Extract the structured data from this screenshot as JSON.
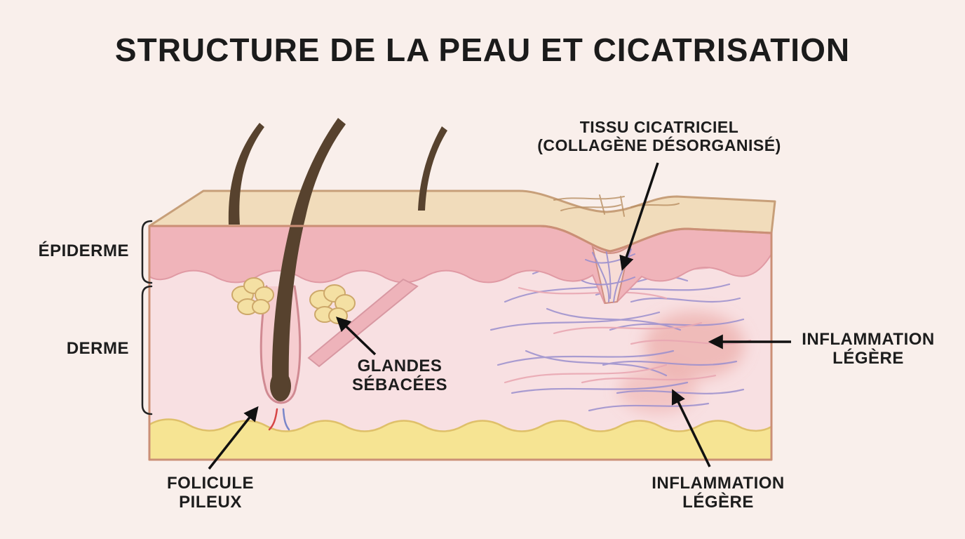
{
  "title": "STRUCTURE DE LA PEAU ET CICATRISATION",
  "diagram": {
    "layer_labels": {
      "epiderme": "ÉPIDERME",
      "derme": "DERME"
    },
    "callouts": {
      "tissu_cicatriciel": {
        "line1": "TISSU CICATRICIEL",
        "line2": "(COLLAGÈNE DÉSORGANISÉ)"
      },
      "glandes_sebacees": {
        "line1": "GLANDES",
        "line2": "SÉBACÉES"
      },
      "inflammation_right": {
        "line1": "INFLAMMATION",
        "line2": "LÉGÈRE"
      },
      "folicule_pileux": {
        "line1": "FOLICULE",
        "line2": "PILEUX"
      },
      "inflammation_bottom": {
        "line1": "INFLAMMATION",
        "line2": "LÉGÈRE"
      }
    }
  },
  "colors": {
    "background": "#f9efeb",
    "title_text": "#1b1b1b",
    "label_text": "#1d1d1d",
    "epidermis_pink": "#f0b4ba",
    "dermis_pink": "#f8e0e2",
    "top_surface_cream": "#f1dcbb",
    "fat_yellow": "#f6e493",
    "outline_brown": "#cb8f76",
    "hair_brown": "#57422e",
    "gland_yellow": "#f4e0a3",
    "collagen_purple": "#9b8fce",
    "collagen_pink": "#e9a8b3",
    "inflammation_red": "#e58d87",
    "arrow_black": "#111111"
  }
}
